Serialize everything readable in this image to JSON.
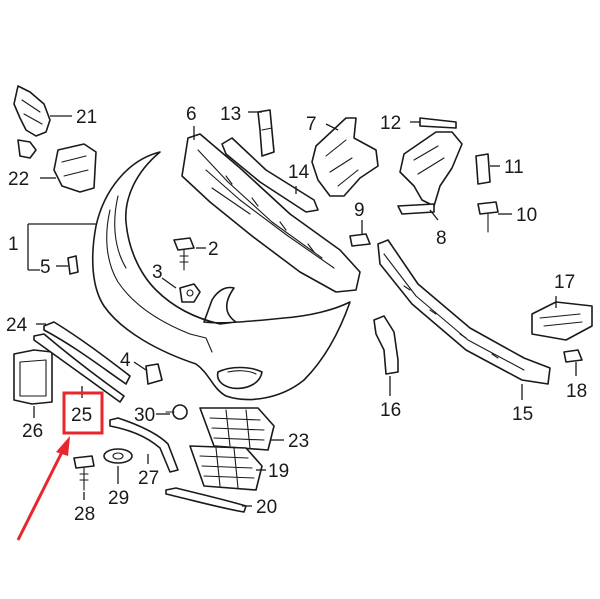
{
  "diagram": {
    "callouts": {
      "c1": "1",
      "c2": "2",
      "c3": "3",
      "c4": "4",
      "c5": "5",
      "c6": "6",
      "c7": "7",
      "c8": "8",
      "c9": "9",
      "c10": "10",
      "c11": "11",
      "c12": "12",
      "c13": "13",
      "c14": "14",
      "c15": "15",
      "c16": "16",
      "c17": "17",
      "c18": "18",
      "c19": "19",
      "c20": "20",
      "c21": "21",
      "c22": "22",
      "c23": "23",
      "c24": "24",
      "c25": "25",
      "c26": "26",
      "c27": "27",
      "c28": "28",
      "c29": "29",
      "c30": "30"
    },
    "highlighted_part": "25",
    "colors": {
      "highlight": "#e8262b",
      "line": "#1a1a1a"
    }
  }
}
